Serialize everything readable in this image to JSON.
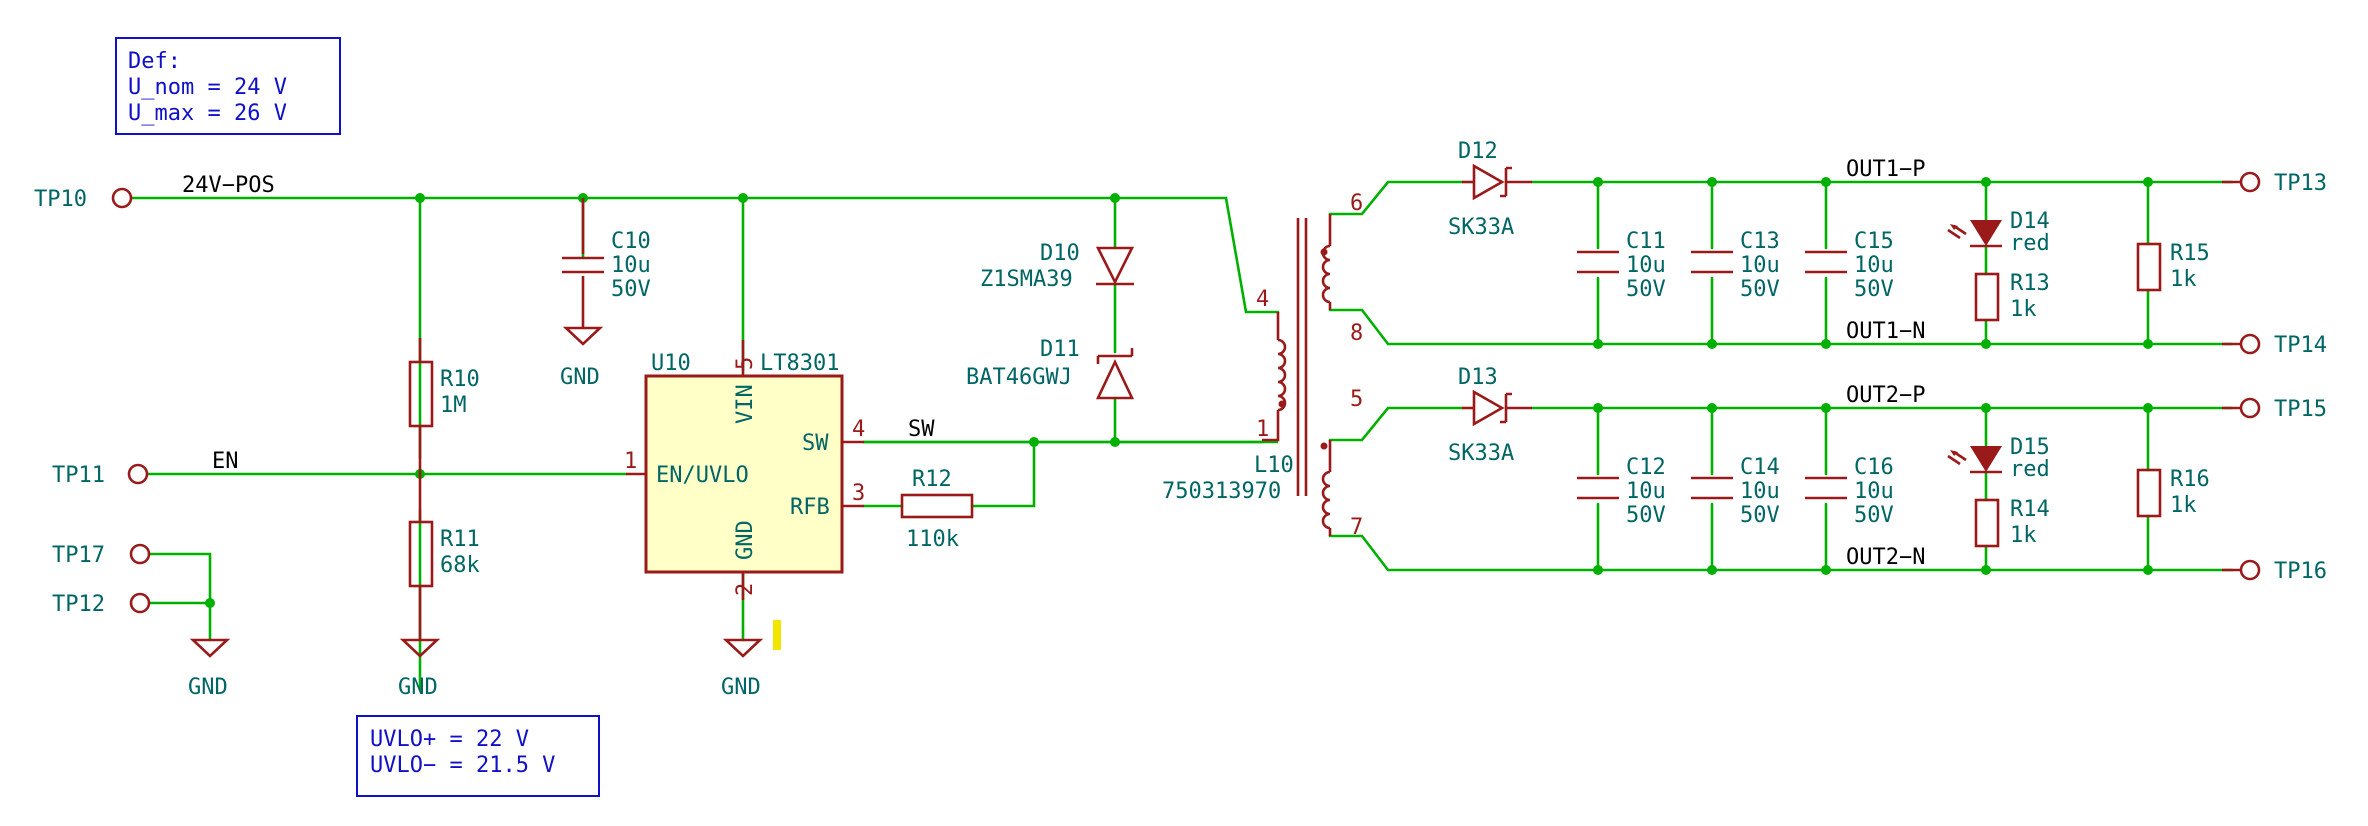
{
  "notes": {
    "def": [
      "Def:",
      "U_nom = 24 V",
      "U_max = 26 V"
    ],
    "uvlo": [
      "UVLO+ = 22 V",
      "UVLO− = 21.5 V"
    ]
  },
  "testpoints": {
    "tp10": "TP10",
    "tp11": "TP11",
    "tp17": "TP17",
    "tp12": "TP12",
    "tp13": "TP13",
    "tp14": "TP14",
    "tp15": "TP15",
    "tp16": "TP16"
  },
  "nets": {
    "pos": "24V−POS",
    "en": "EN",
    "sw": "SW",
    "out1p": "OUT1−P",
    "out1n": "OUT1−N",
    "out2p": "OUT2−P",
    "out2n": "OUT2−N"
  },
  "gnd": "GND",
  "ic": {
    "ref": "U10",
    "value": "LT8301",
    "pins": {
      "vin": "VIN",
      "en": "EN/UVLO",
      "sw": "SW",
      "rfb": "RFB",
      "gnd": "GND"
    },
    "pin_numbers": {
      "vin": "5",
      "en": "1",
      "sw": "4",
      "rfb": "3",
      "gnd": "2"
    }
  },
  "components": {
    "c10": [
      "C10",
      "10u",
      "50V"
    ],
    "r10": [
      "R10",
      "1M"
    ],
    "r11": [
      "R11",
      "68k"
    ],
    "r12": [
      "R12",
      "110k"
    ],
    "d10": [
      "D10",
      "Z1SMA39"
    ],
    "d11": [
      "D11",
      "BAT46GWJ"
    ],
    "l10": [
      "L10",
      "750313970"
    ],
    "d12": [
      "D12",
      "SK33A"
    ],
    "d13": [
      "D13",
      "SK33A"
    ],
    "c11": [
      "C11",
      "10u",
      "50V"
    ],
    "c13": [
      "C13",
      "10u",
      "50V"
    ],
    "c15": [
      "C15",
      "10u",
      "50V"
    ],
    "c12": [
      "C12",
      "10u",
      "50V"
    ],
    "c14": [
      "C14",
      "10u",
      "50V"
    ],
    "c16": [
      "C16",
      "10u",
      "50V"
    ],
    "d14": [
      "D14",
      "red"
    ],
    "d15": [
      "D15",
      "red"
    ],
    "r13": [
      "R13",
      "1k"
    ],
    "r14": [
      "R14",
      "1k"
    ],
    "r15": [
      "R15",
      "1k"
    ],
    "r16": [
      "R16",
      "1k"
    ]
  },
  "transformer_pins": {
    "p4": "4",
    "p1": "1",
    "p6": "6",
    "p8": "8",
    "p5": "5",
    "p7": "7"
  }
}
